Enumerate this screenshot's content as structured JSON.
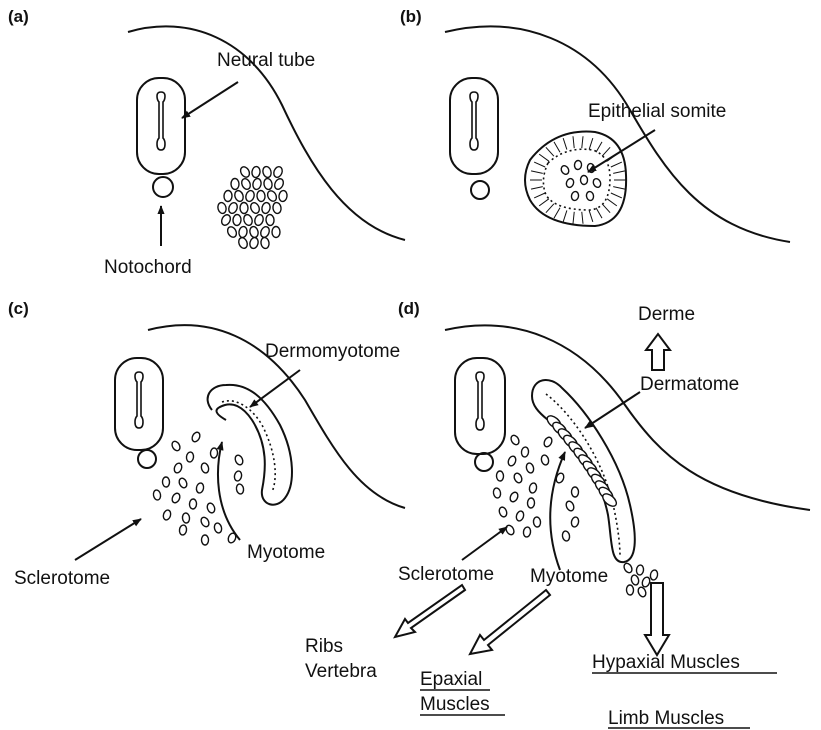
{
  "panels": {
    "a": {
      "label": "(a)",
      "neural_tube": "Neural tube",
      "notochord": "Notochord"
    },
    "b": {
      "label": "(b)",
      "epithelial_somite": "Epithelial somite"
    },
    "c": {
      "label": "(c)",
      "dermomyotome": "Dermomyotome",
      "myotome": "Myotome",
      "sclerotome": "Sclerotome"
    },
    "d": {
      "label": "(d)",
      "derme": "Derme",
      "dermatome": "Dermatome",
      "sclerotome": "Sclerotome",
      "myotome": "Myotome",
      "ribs": "Ribs",
      "vertebra": "Vertebra",
      "epaxial_1": "Epaxial",
      "epaxial_2": "Muscles",
      "hypaxial": "Hypaxial Muscles",
      "limb": "Limb Muscles"
    }
  }
}
